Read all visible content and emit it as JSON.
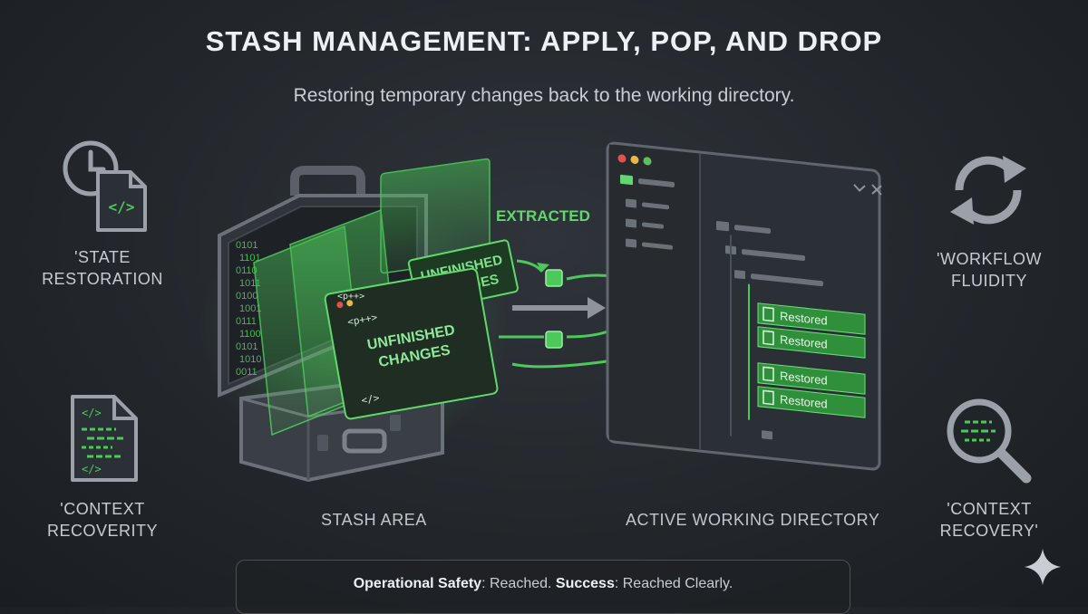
{
  "header": {
    "title": "STASH MANAGEMENT: APPLY, POP, AND DROP",
    "subtitle": "Restoring temporary changes back to the working directory."
  },
  "left_panel": {
    "top_label_line1": "'STATE",
    "top_label_line2": "RESTORATION",
    "bottom_label_line1": "'CONTEXT",
    "bottom_label_line2": "RECOVERITY"
  },
  "right_panel": {
    "top_label_line1": "'WORKFLOW",
    "top_label_line2": "FLUIDITY",
    "bottom_label_line1": "'CONTEXT",
    "bottom_label_line2": "RECOVERY'"
  },
  "stash": {
    "caption": "STASH AREA",
    "card_back_line1": "UNFINISHED",
    "card_back_line2": "CHANGES",
    "card_front_line1": "UNFINISHED",
    "card_front_line2": "CHANGES",
    "code_tag_1": "<p++>",
    "code_tag_2": "<p++>",
    "code_tag_3": "</>",
    "binary_rows": [
      "0101",
      "1101",
      "0110",
      "1011",
      "0100",
      "1001",
      "0111",
      "1100",
      "0101",
      "1010",
      "0011"
    ]
  },
  "flow": {
    "extracted_label": "EXTRACTED"
  },
  "directory": {
    "caption": "ACTIVE WORKING DIRECTORY",
    "restored_items": [
      "Restored",
      "Restored",
      "Restored",
      "Restored"
    ],
    "window_dot_colors": [
      "#e0524b",
      "#e6b84a",
      "#5fbf5c"
    ]
  },
  "footer": {
    "safety_label": "Operational Safety",
    "safety_value": ": Reached. ",
    "success_label": "Success",
    "success_value": ": Reached Clearly."
  },
  "colors": {
    "accent_green": "#4cc95a",
    "background": "#23272c"
  },
  "icons": [
    "clock-icon",
    "code-file-icon",
    "document-code-icon",
    "sync-icon",
    "magnifier-icon",
    "puzzle-icon",
    "sparkle-icon",
    "briefcase-icon"
  ]
}
